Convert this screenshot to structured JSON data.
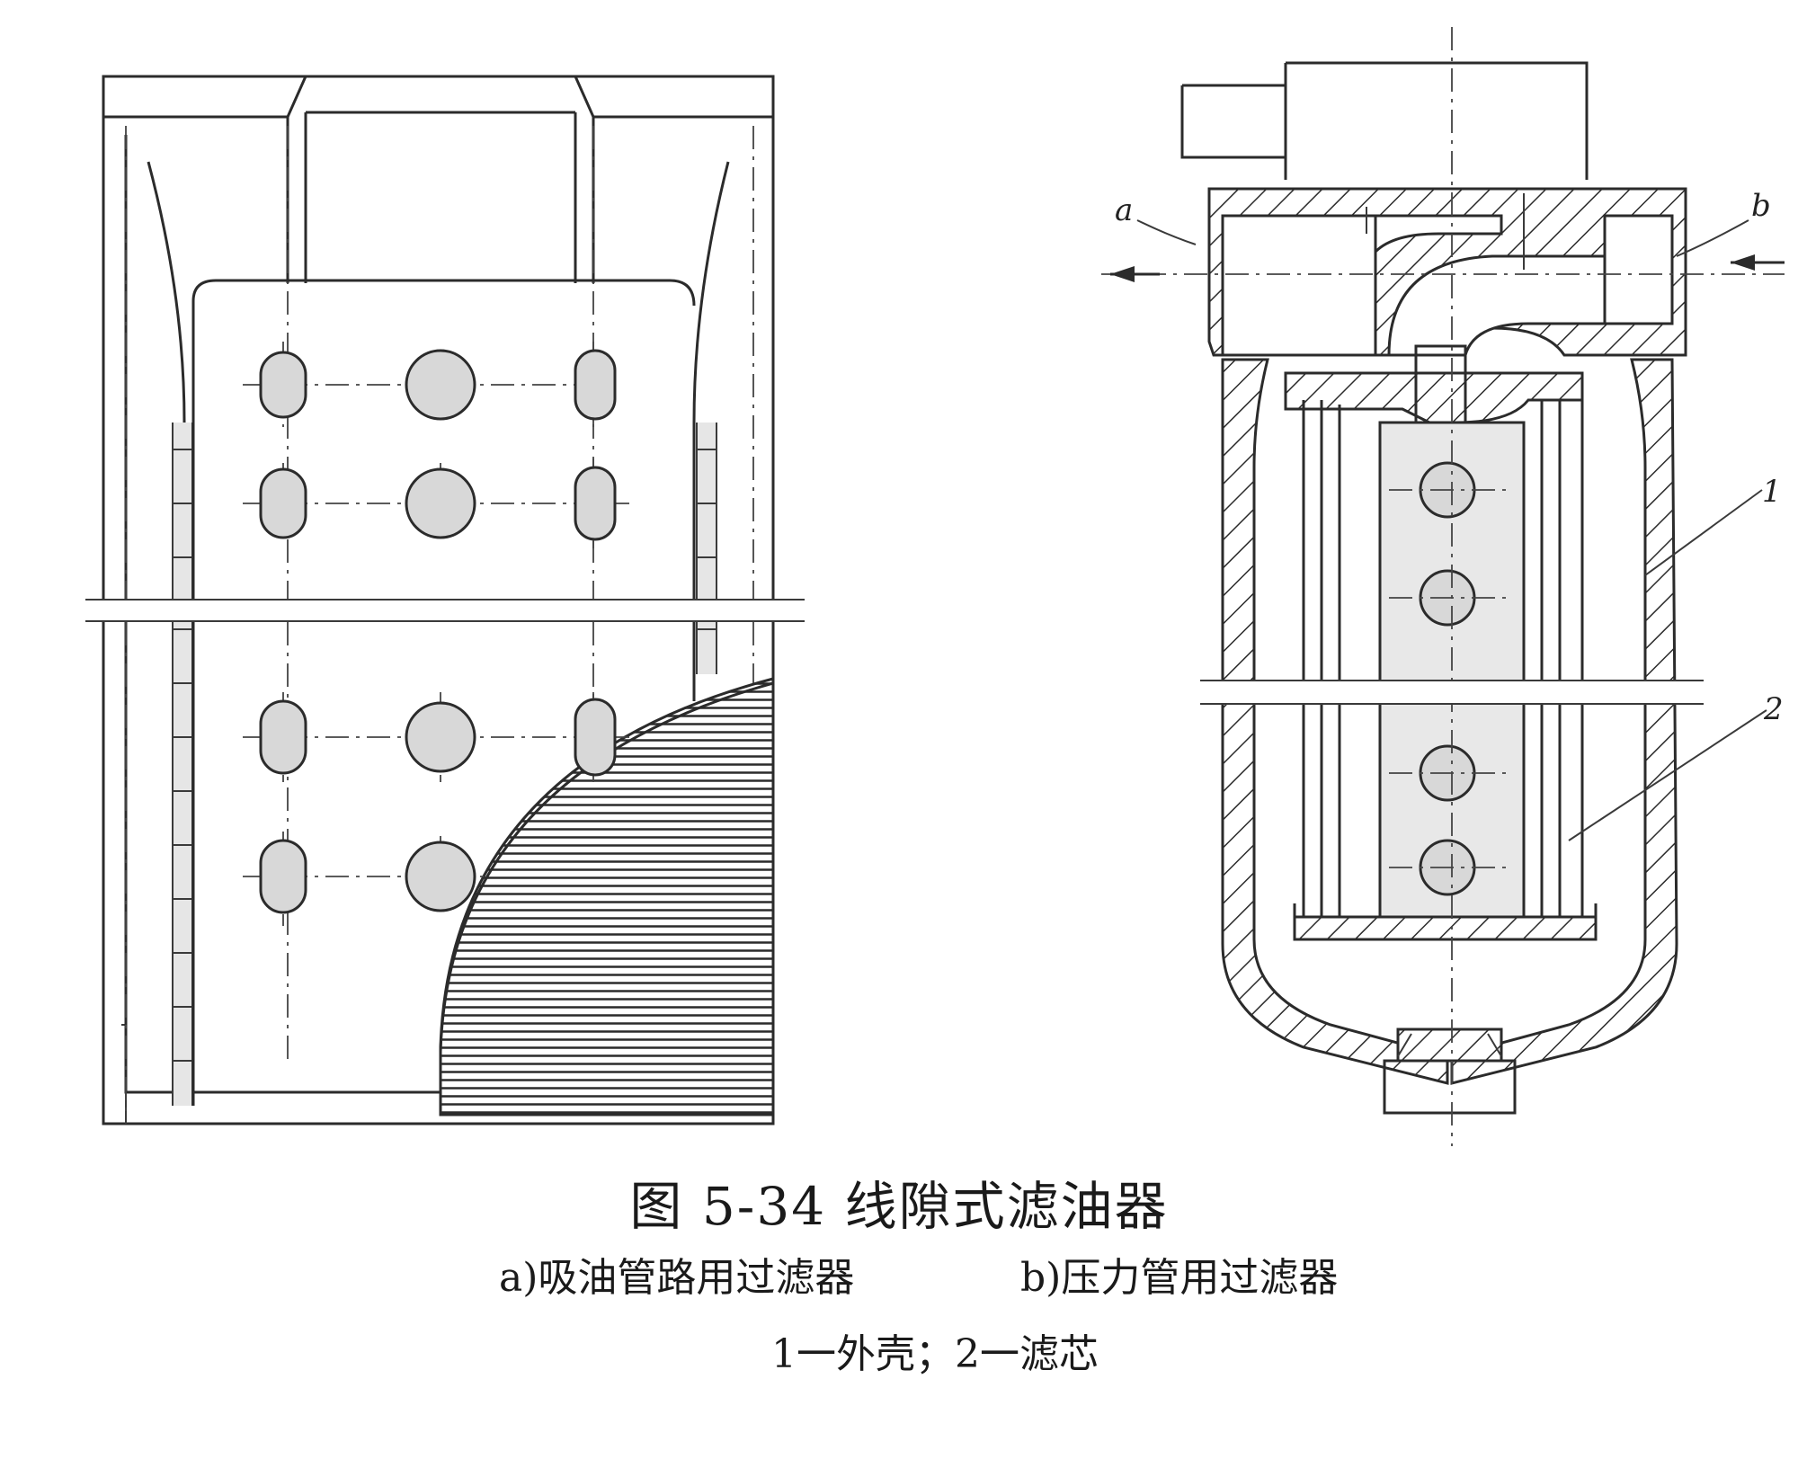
{
  "labels": {
    "inlet_a": "a",
    "outlet_b": "b",
    "part_1": "1",
    "part_2": "2"
  },
  "caption": {
    "title": "图 5-34 线隙式滤油器",
    "sub_a": "a)吸油管路用过滤器",
    "sub_b": "b)压力管用过滤器",
    "legend": "1一外壳；2一滤芯"
  }
}
